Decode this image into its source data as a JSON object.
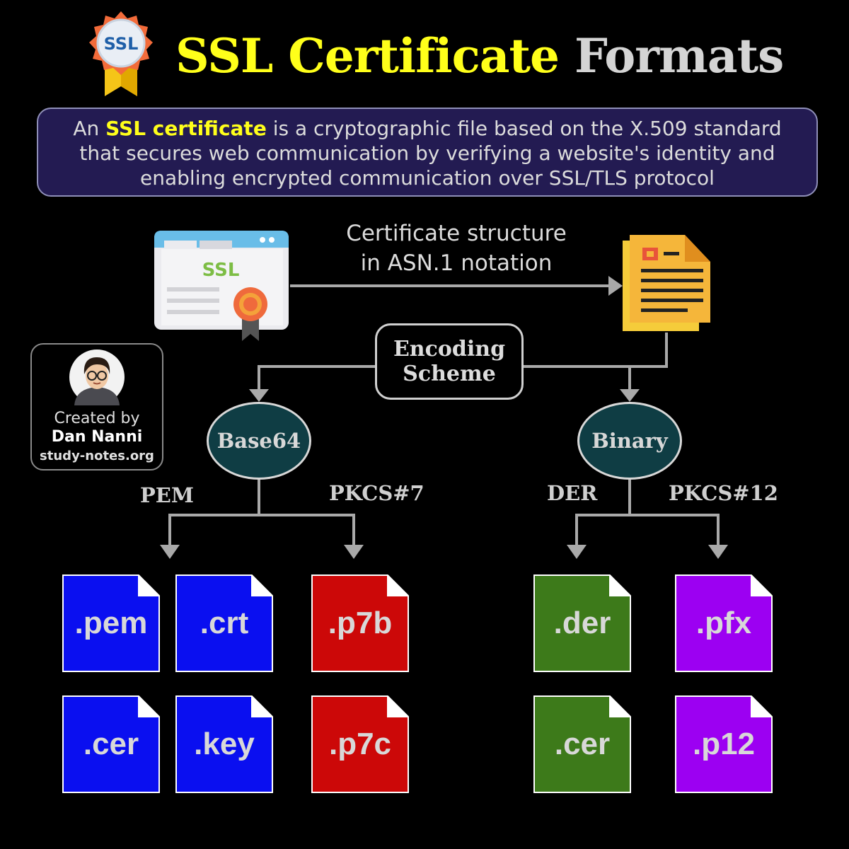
{
  "header": {
    "badge_text": "SSL",
    "title_part1": "SSL Certificate",
    "title_part2": "Formats"
  },
  "intro": {
    "lead": "An ",
    "highlight": "SSL certificate",
    "rest": " is a cryptographic file based on the X.509 standard that secures web communication by verifying a website's identity and enabling encrypted communication over SSL/TLS protocol"
  },
  "certificate_card": {
    "text": "SSL"
  },
  "structure_caption": {
    "line1": "Certificate structure",
    "line2": "in ASN.1 notation"
  },
  "encoding": {
    "line1": "Encoding",
    "line2": "Scheme"
  },
  "creator": {
    "line1": "Created by",
    "line2": "Dan Nanni",
    "line3": "study-notes.org"
  },
  "branches": [
    {
      "name": "Base64",
      "subgroups": [
        {
          "label": "PEM",
          "files": [
            ".pem",
            ".crt",
            ".cer",
            ".key"
          ]
        },
        {
          "label": "PKCS#7",
          "files": [
            ".p7b",
            ".p7c"
          ]
        }
      ]
    },
    {
      "name": "Binary",
      "subgroups": [
        {
          "label": "DER",
          "files": [
            ".der",
            ".cer"
          ]
        },
        {
          "label": "PKCS#12",
          "files": [
            ".pfx",
            ".p12"
          ]
        }
      ]
    }
  ],
  "colors": {
    "pem": "#0a0ff0",
    "pkcs7": "#cc0808",
    "der": "#3d7a1a",
    "pkcs12": "#9c00f2",
    "title_yellow": "#ffff1a",
    "intro_bg": "#231b52",
    "oval_bg": "#0f3d44"
  }
}
